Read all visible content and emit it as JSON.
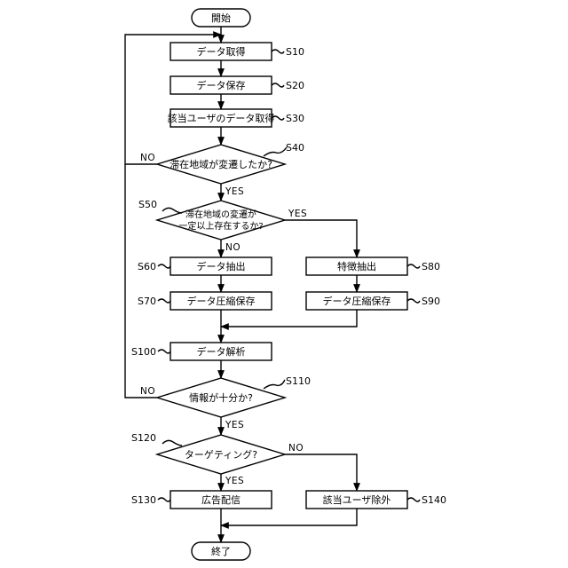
{
  "flowchart": {
    "start": "開始",
    "end": "終了",
    "steps": {
      "s10": {
        "id": "S10",
        "label": "データ取得"
      },
      "s20": {
        "id": "S20",
        "label": "データ保存"
      },
      "s30": {
        "id": "S30",
        "label": "該当ユーザのデータ取得"
      },
      "s40": {
        "id": "S40",
        "label": "滞在地域が変遷したか?"
      },
      "s50": {
        "id": "S50",
        "label_line1": "滞在地域の変遷が",
        "label_line2": "一定以上存在するか?"
      },
      "s60": {
        "id": "S60",
        "label": "データ抽出"
      },
      "s70": {
        "id": "S70",
        "label": "データ圧縮保存"
      },
      "s80": {
        "id": "S80",
        "label": "特徴抽出"
      },
      "s90": {
        "id": "S90",
        "label": "データ圧縮保存"
      },
      "s100": {
        "id": "S100",
        "label": "データ解析"
      },
      "s110": {
        "id": "S110",
        "label": "情報が十分か?"
      },
      "s120": {
        "id": "S120",
        "label": "ターゲティング?"
      },
      "s130": {
        "id": "S130",
        "label": "広告配信"
      },
      "s140": {
        "id": "S140",
        "label": "該当ユーザ除外"
      }
    },
    "branches": {
      "yes": "YES",
      "no": "NO"
    }
  }
}
